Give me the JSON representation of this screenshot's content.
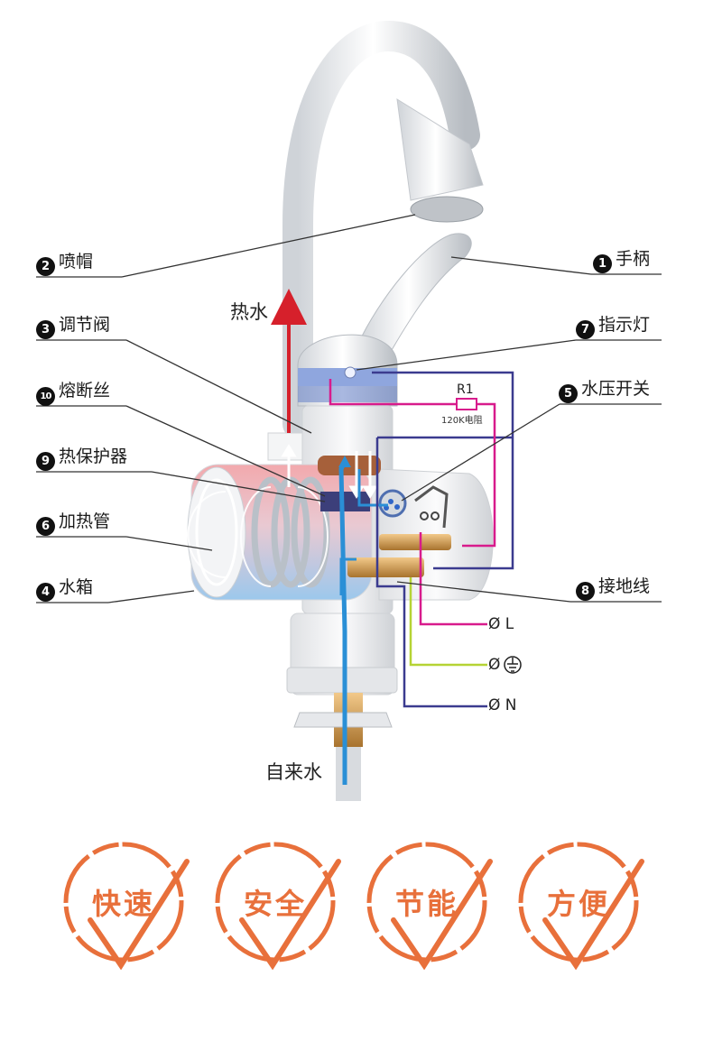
{
  "labels": {
    "l2": {
      "num": "2",
      "text": "喷帽"
    },
    "l3": {
      "num": "3",
      "text": "调节阀"
    },
    "l10": {
      "num": "10",
      "text": "熔断丝"
    },
    "l9": {
      "num": "9",
      "text": "热保护器"
    },
    "l6": {
      "num": "6",
      "text": "加热管"
    },
    "l4": {
      "num": "4",
      "text": "水箱"
    },
    "l1": {
      "num": "1",
      "text": "手柄"
    },
    "l7": {
      "num": "7",
      "text": "指示灯"
    },
    "l5": {
      "num": "5",
      "text": "水压开关"
    },
    "l8": {
      "num": "8",
      "text": "接地线"
    }
  },
  "flow": {
    "hot": "热水",
    "cold": "自来水"
  },
  "resistor": {
    "name": "R1",
    "value": "120K电阻"
  },
  "terminals": {
    "live": "Ø L",
    "ground": "Ø",
    "neutral": "Ø N"
  },
  "badges": [
    "快速",
    "安全",
    "节能",
    "方便"
  ],
  "colors": {
    "hot": "#d6202b",
    "cold": "#2a8fd6",
    "live": "#d81b8c",
    "neutral": "#3b3b8f",
    "ground": "#b5d334",
    "badge": "#e8703b"
  }
}
